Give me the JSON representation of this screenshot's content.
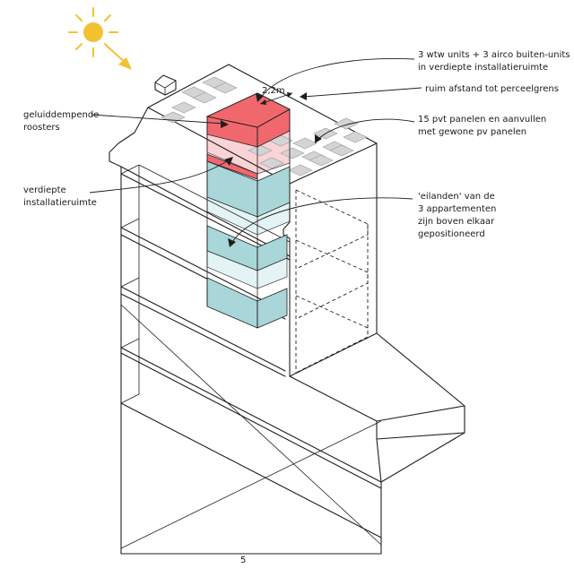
{
  "diagram": {
    "page_number": "5",
    "dimension_label": "2,2m",
    "labels": {
      "wtw_line1": "3 wtw units + 3 airco buiten-units",
      "wtw_line2": "in verdiepte installatieruimte",
      "afstand": "ruim afstand tot perceelgrens",
      "pvt_line1": "15 pvt panelen en aanvullen",
      "pvt_line2": "met gewone pv panelen",
      "geluid_line1": "geluiddempende",
      "geluid_line2": "roosters",
      "verdiepte_line1": "verdiepte",
      "verdiepte_line2": "installatieruimte",
      "eilanden_line1": "'eilanden' van de",
      "eilanden_line2": "3 appartementen",
      "eilanden_line3": "zijn boven elkaar",
      "eilanden_line4": "gepositioneerd"
    },
    "colors": {
      "sun": "#f2c232",
      "installation_block": "#f0686d",
      "installation_light": "#f9d3d5",
      "apartment_block": "#a9d6d8",
      "apartment_light": "#e4f3f3",
      "panel": "#d4d4d4"
    },
    "icons": [
      "sun-icon"
    ]
  }
}
